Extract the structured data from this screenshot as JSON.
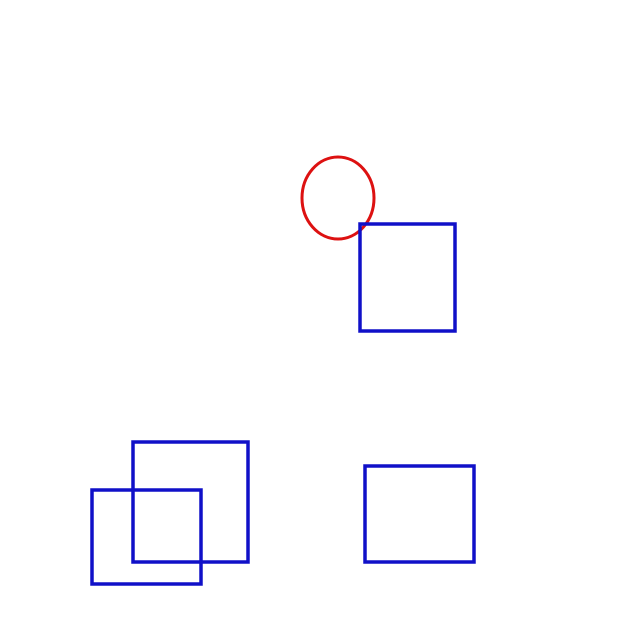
{
  "colors": {
    "background": "#ffffff",
    "rectangle_stroke": "#1010c8",
    "ellipse_stroke": "#dd1111"
  },
  "shapes": [
    {
      "type": "ellipse",
      "name": "red-ellipse",
      "color": "#dd1111"
    },
    {
      "type": "rectangle",
      "name": "upper-right-square",
      "color": "#1010c8"
    },
    {
      "type": "rectangle",
      "name": "lower-left-back-square",
      "color": "#1010c8"
    },
    {
      "type": "rectangle",
      "name": "lower-left-front-square",
      "color": "#1010c8"
    },
    {
      "type": "rectangle",
      "name": "lower-right-rectangle",
      "color": "#1010c8"
    }
  ]
}
